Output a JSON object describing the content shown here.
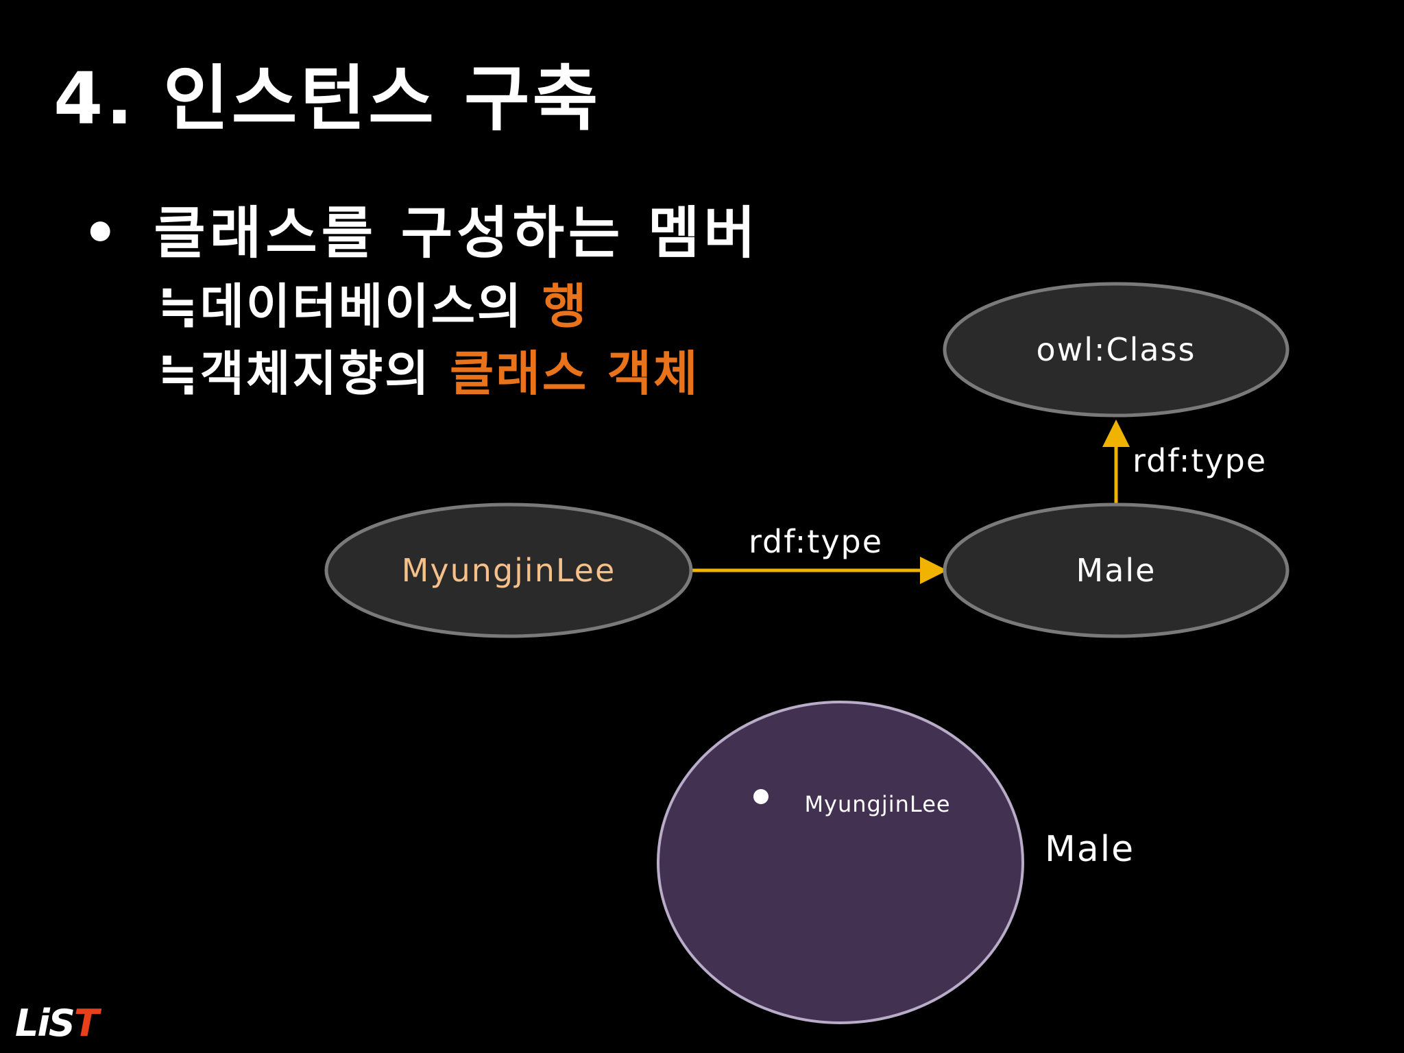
{
  "slide": {
    "title": "4. 인스턴스 구축",
    "bullet": {
      "marker": "•",
      "text": "클래스를 구성하는 멤버"
    },
    "sub_items": [
      {
        "prefix": "≒데이터베이스의 ",
        "highlight": "행"
      },
      {
        "prefix": "≒객체지향의 ",
        "highlight": "클래스 객체"
      }
    ],
    "colors": {
      "background": "#000000",
      "highlight": "#e8731a",
      "arrow": "#f0b400",
      "node_fill": "#2a2a2a",
      "node_stroke": "#7a7a7a",
      "instance_text": "#f5c08a",
      "set_fill": "#433152",
      "set_stroke": "#b8acc8"
    }
  },
  "diagram": {
    "nodes": {
      "owl_class": "owl:Class",
      "instance": "MyungjinLee",
      "male": "Male"
    },
    "edges": {
      "instance_to_male": "rdf:type",
      "male_to_owl_class": "rdf:type"
    }
  },
  "venn": {
    "set_label": "Male",
    "member_label": "MyungjinLee"
  },
  "logo": {
    "part1": "LiS",
    "part2": "T"
  }
}
